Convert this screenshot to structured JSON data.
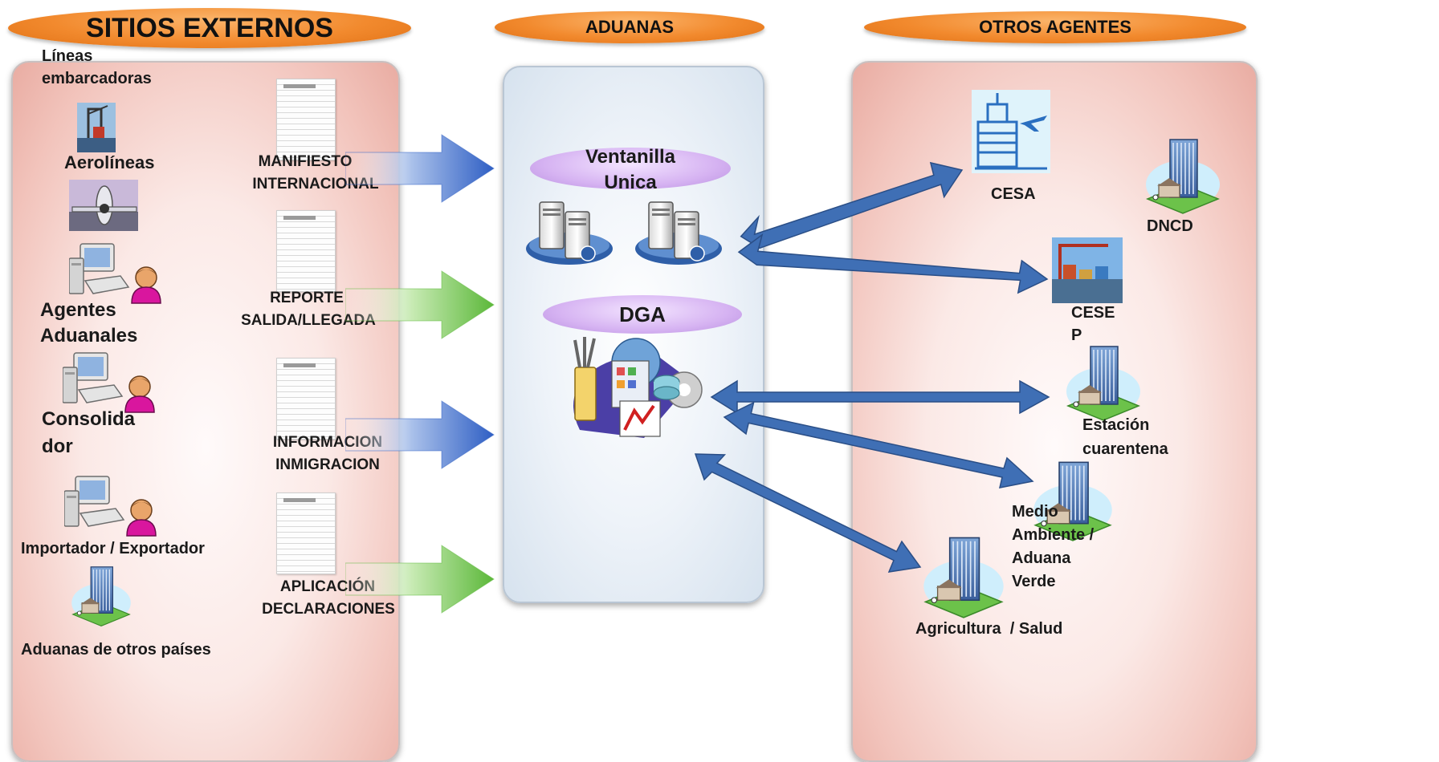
{
  "headers": {
    "left": "SITIOS EXTERNOS",
    "center": "ADUANAS",
    "right": "OTROS AGENTES"
  },
  "left_items": {
    "lineas": "Líneas embarcadoras",
    "aerolineas": "Aerolíneas",
    "agentes_1": "Agentes",
    "agentes_2": "Aduanales",
    "consolidador_1": "Consolida",
    "consolidador_2": "dor",
    "importador": "Importador / Exportador",
    "aduanas_otros": "Aduanas de otros países"
  },
  "documents": {
    "manifiesto_1": "MANIFIESTO",
    "manifiesto_2": "INTERNACIONAL",
    "reporte_1": "REPORTE",
    "reporte_2": "SALIDA/LLEGADA",
    "informacion_1": "INFORMACION",
    "informacion_2": "INMIGRACION",
    "aplicacion_1": "APLICACIÓN",
    "aplicacion_2": "DECLARACIONES"
  },
  "center": {
    "ventanilla_1": "Ventanilla",
    "ventanilla_2": "Unica",
    "dga": "DGA"
  },
  "right_items": {
    "cesa": "CESA",
    "dncd": "DNCD",
    "cesep_1": "CESE",
    "cesep_2": "P",
    "estacion_1": "Estación",
    "estacion_2": "cuarentena",
    "medio_1": "Medio",
    "medio_2": "Ambiente /",
    "medio_3": "Aduana",
    "medio_4": "Verde",
    "agricultura": "Agricultura  / Salud"
  },
  "colors": {
    "header_orange": "#f28a2e",
    "arrow_blue": "#4f7ac0",
    "arrow_green": "#7dc95a",
    "connector_blue": "#3f6fb5",
    "pill_lavender": "#d6b3f2"
  },
  "icons": [
    "ship-crane-icon",
    "airplane-icon",
    "computer-user-icon",
    "building-icon",
    "document-icon",
    "server-icon",
    "tools-chart-icon",
    "airport-icon",
    "port-container-icon"
  ]
}
